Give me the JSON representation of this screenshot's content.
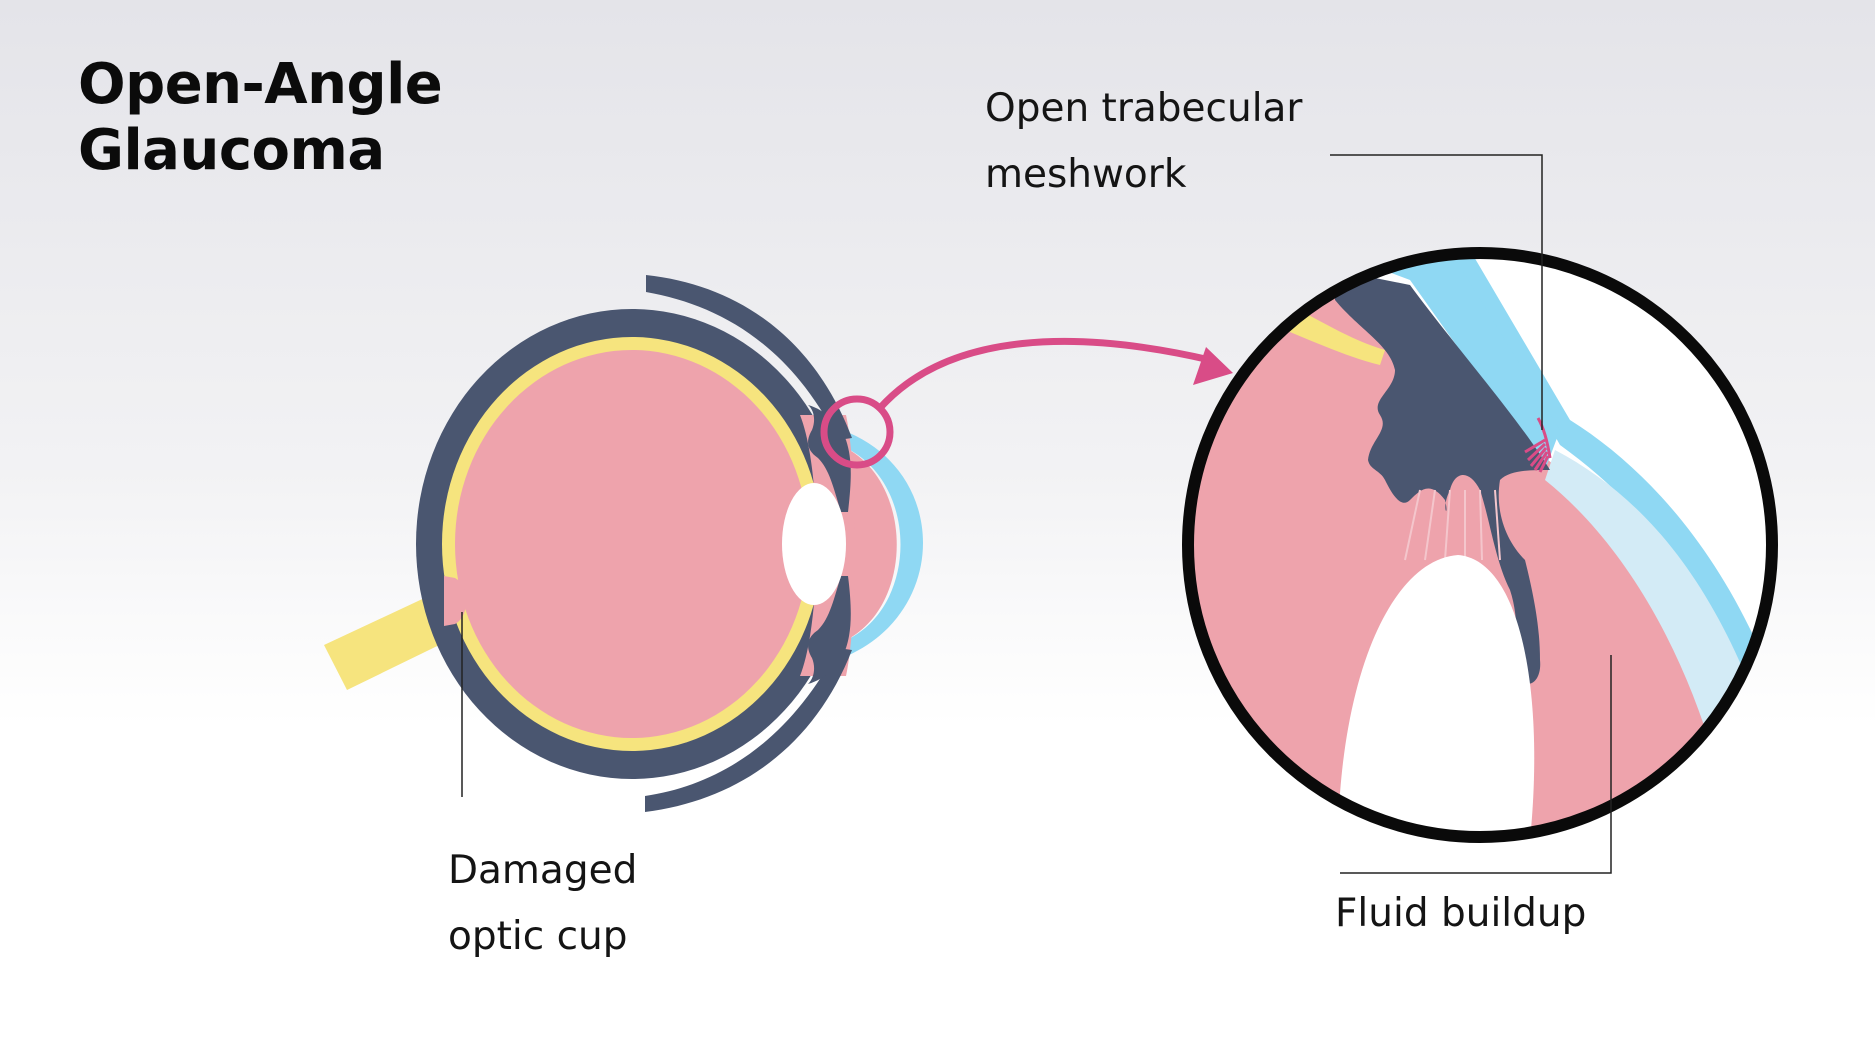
{
  "title": {
    "line1": "Open-Angle",
    "line2": "Glaucoma"
  },
  "labels": {
    "trabecular_line1": "Open trabecular",
    "trabecular_line2": "meshwork",
    "cup_line1": "Damaged",
    "cup_line2": "optic cup",
    "fluid": "Fluid buildup"
  },
  "colors": {
    "sclera": "#4a5670",
    "retina": "#f6e47e",
    "vitreous": "#eea3ac",
    "cornea": "#8fd8f3",
    "lens": "#ffffff",
    "accent": "#d94c87",
    "magnifier_border": "#0a0a0a",
    "background_top": "#e4e4e9"
  }
}
